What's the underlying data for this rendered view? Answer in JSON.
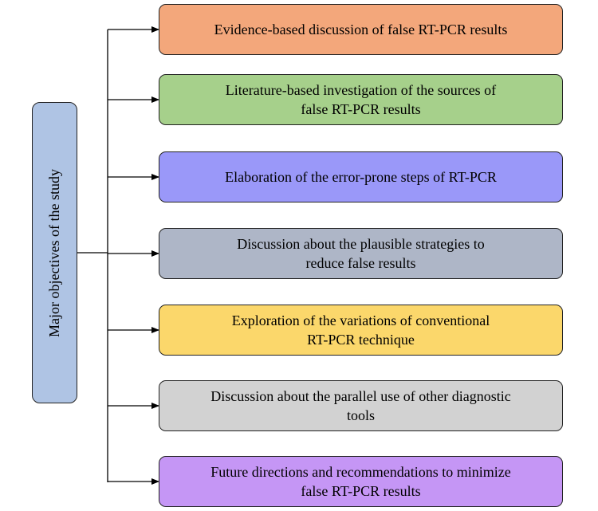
{
  "root": {
    "label": "Major objectives of the study",
    "color": "#afc4e4"
  },
  "objectives": [
    {
      "label": "Evidence-based discussion of false RT-PCR results",
      "color": "#f3a77b"
    },
    {
      "label": "Literature-based investigation of the sources of\nfalse RT-PCR results",
      "color": "#a6d08b"
    },
    {
      "label": "Elaboration of the error-prone steps of RT-PCR",
      "color": "#9a98f9"
    },
    {
      "label": "Discussion about the plausible strategies to\nreduce false results",
      "color": "#aeb6c7"
    },
    {
      "label": "Exploration of the variations of conventional\nRT-PCR technique",
      "color": "#fbd76b"
    },
    {
      "label": "Discussion about the parallel use of other diagnostic\ntools",
      "color": "#d2d2d2"
    },
    {
      "label": "Future directions and recommendations to minimize\nfalse RT-PCR results",
      "color": "#c596f5"
    }
  ]
}
